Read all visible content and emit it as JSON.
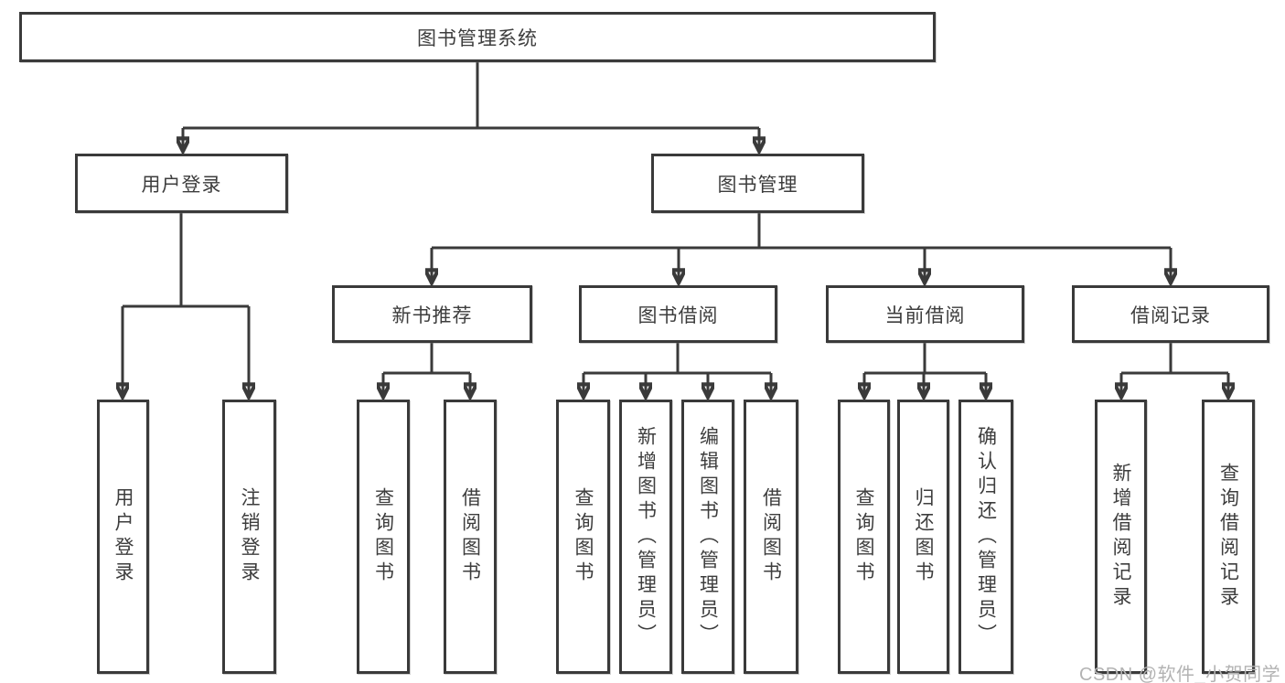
{
  "diagram_title": "图书管理系统",
  "nodes": {
    "root": "图书管理系统",
    "user_login": "用户登录",
    "book_mgmt": "图书管理",
    "new_book_rec": "新书推荐",
    "book_borrow": "图书借阅",
    "current_borrow": "当前借阅",
    "borrow_records": "借阅记录",
    "leaf_user_login": "用户登录",
    "leaf_logout": "注销登录",
    "leaf_nb_query_book": "查询图书",
    "leaf_nb_borrow_book": "借阅图书",
    "leaf_bb_query_book": "查询图书",
    "leaf_bb_add_book": "新增图书（管理员）",
    "leaf_bb_edit_book": "编辑图书（管理员）",
    "leaf_bb_borrow_book": "借阅图书",
    "leaf_cb_query_book": "查询图书",
    "leaf_cb_return_book": "归还图书",
    "leaf_cb_confirm_return": "确认归还（管理员）",
    "leaf_br_add_record": "新增借阅记录",
    "leaf_br_query_record": "查询借阅记录"
  },
  "watermark": "CSDN @软件_小贺同学",
  "colors": {
    "line": "#3a3a3a",
    "text": "#3d3d3d",
    "box_background": "#ffffff",
    "watermark": "#b3b3b3"
  }
}
